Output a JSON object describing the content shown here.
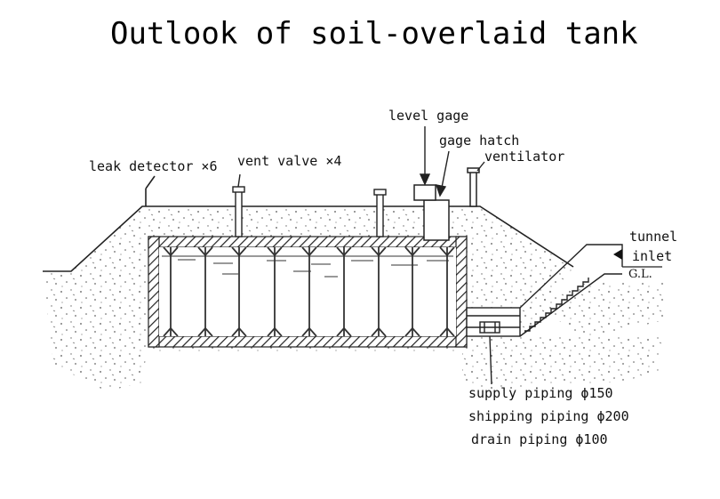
{
  "title": "Outlook of soil-overlaid tank",
  "labels": {
    "leak_detector": "leak detector ×6",
    "vent_valve": "vent valve  ×4",
    "level_gage": "level gage",
    "gage_hatch": "gage hatch",
    "ventilator": "ventilator",
    "tunnel": "tunnel",
    "inlet": "inlet",
    "gl": "G.L.",
    "supply_piping": "supply piping ϕ150",
    "shipping_piping": "shipping piping ϕ200",
    "drain_piping": "drain piping ϕ100"
  }
}
